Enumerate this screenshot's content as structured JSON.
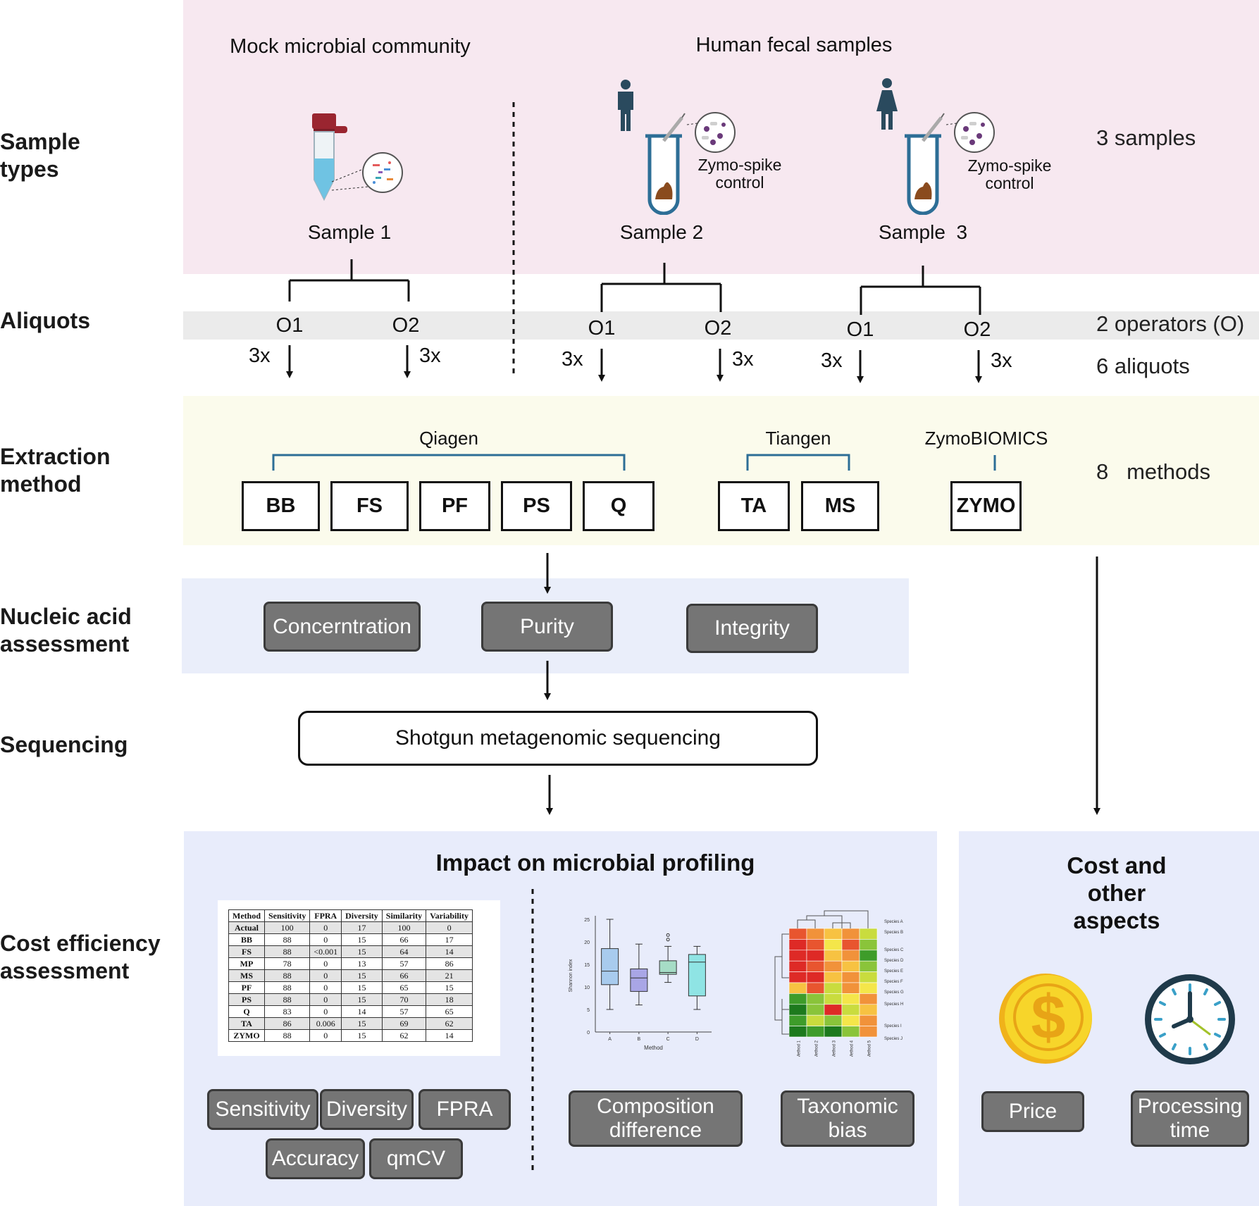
{
  "rows": {
    "sample_types": "Sample\ntypes",
    "aliquots": "Aliquots",
    "extraction": "Extraction\nmethod",
    "nucleic": "Nucleic acid\nassessment",
    "sequencing": "Sequencing",
    "cost": "Cost efficiency\nassessment"
  },
  "headers": {
    "mock": "Mock microbial community",
    "human": "Human fecal samples"
  },
  "samples": [
    "Sample 1",
    "Sample 2",
    "Sample  3"
  ],
  "spike_label": "Zymo-spike\ncontrol",
  "operators": [
    "O1",
    "O2",
    "O1",
    "O2",
    "O1",
    "O2"
  ],
  "replicates": "3x",
  "right_notes": {
    "samples": "3 samples",
    "operators": "2 operators (O)",
    "aliquots": "6 aliquots",
    "methods": "8   methods"
  },
  "kits": {
    "qiagen": "Qiagen",
    "tiangen": "Tiangen",
    "zymo": "ZymoBIOMICS"
  },
  "methods": [
    "BB",
    "FS",
    "PF",
    "PS",
    "Q",
    "TA",
    "MS",
    "ZYMO"
  ],
  "nucleic_tests": [
    "Concerntration",
    "Purity",
    "Integrity"
  ],
  "sequencing_label": "Shotgun metagenomic sequencing",
  "impact_title": "Impact on microbial profiling",
  "cost_title": "Cost and other\naspects",
  "metrics": [
    "Sensitivity",
    "Diversity",
    "FPRA",
    "Accuracy",
    "qmCV"
  ],
  "profile_metrics": [
    "Composition\ndifference",
    "Taxonomic\nbias"
  ],
  "cost_metrics": [
    "Price",
    "Processing\ntime"
  ],
  "currency_symbol": "$",
  "table": {
    "header": [
      "Method",
      "Sensitivity",
      "FPRA",
      "Diversity",
      "Similarity",
      "Variability"
    ],
    "rows": [
      [
        "Actual",
        "100",
        "0",
        "17",
        "100",
        "0"
      ],
      [
        "BB",
        "88",
        "0",
        "15",
        "66",
        "17"
      ],
      [
        "FS",
        "88",
        "<0.001",
        "15",
        "64",
        "14"
      ],
      [
        "MP",
        "78",
        "0",
        "13",
        "57",
        "86"
      ],
      [
        "MS",
        "88",
        "0",
        "15",
        "66",
        "21"
      ],
      [
        "PF",
        "88",
        "0",
        "15",
        "65",
        "15"
      ],
      [
        "PS",
        "88",
        "0",
        "15",
        "70",
        "18"
      ],
      [
        "Q",
        "83",
        "0",
        "14",
        "57",
        "65"
      ],
      [
        "TA",
        "86",
        "0.006",
        "15",
        "69",
        "62"
      ],
      [
        "ZYMO",
        "88",
        "0",
        "15",
        "62",
        "14"
      ]
    ]
  },
  "boxplot": {
    "ylabel": "Shannon index",
    "xlabel": "Method",
    "yticks": [
      "0",
      "5",
      "10",
      "15",
      "20",
      "25"
    ],
    "xticks": [
      "A",
      "B",
      "C",
      "D"
    ],
    "colors": [
      "#a8cbee",
      "#a9a6e6",
      "#a6dcc6",
      "#8fe4e4"
    ],
    "boxes": [
      {
        "min": 5,
        "q1": 10.5,
        "median": 13.5,
        "q3": 18.5,
        "max": 25
      },
      {
        "min": 6,
        "q1": 9,
        "median": 12,
        "q3": 14,
        "max": 19.5
      },
      {
        "min": 11,
        "q1": 12.8,
        "median": 13.2,
        "q3": 15.8,
        "max": 19,
        "outliers": [
          20.5,
          21.5
        ]
      },
      {
        "min": 5,
        "q1": 8,
        "median": 15.5,
        "q3": 17.2,
        "max": 19
      }
    ]
  },
  "heatmap": {
    "species": [
      "Species A",
      "Species B",
      "Species C",
      "Species D",
      "Species E",
      "Species F",
      "Species G",
      "Species H",
      "Species I",
      "Species J"
    ],
    "methods": [
      "Method 1",
      "Method 2",
      "Method 3",
      "Method 4",
      "Method 5"
    ],
    "colors": [
      "#1d7a1d",
      "#3e9c2a",
      "#8ac43a",
      "#c9dc3e",
      "#f4e64a",
      "#f7c242",
      "#f1923a",
      "#e8552f",
      "#de2a26"
    ],
    "grid": [
      [
        7,
        6,
        5,
        6,
        3
      ],
      [
        8,
        7,
        4,
        7,
        2
      ],
      [
        8,
        8,
        5,
        6,
        1
      ],
      [
        8,
        7,
        6,
        5,
        2
      ],
      [
        8,
        8,
        5,
        6,
        3
      ],
      [
        5,
        7,
        3,
        6,
        4
      ],
      [
        1,
        2,
        3,
        4,
        6
      ],
      [
        0,
        2,
        8,
        3,
        5
      ],
      [
        1,
        3,
        2,
        4,
        6
      ],
      [
        0,
        1,
        0,
        2,
        6
      ]
    ]
  }
}
